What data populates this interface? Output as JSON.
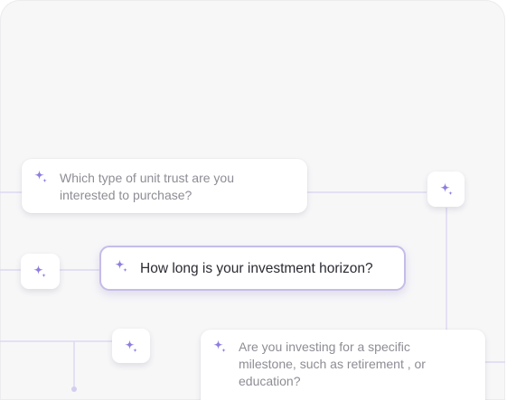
{
  "colors": {
    "accent": "#8f7de0",
    "connector": "#ded9f2",
    "background": "#f7f7f8",
    "card": "#ffffff",
    "muted_text": "#8d8d95",
    "strong_text": "#2b2b33"
  },
  "icons": {
    "sparkle": "sparkle-icon"
  },
  "questions": [
    {
      "line1": "Which type of unit trust are you",
      "line2": "interested to purchase?"
    },
    {
      "line1": "How long is your investment horizon?"
    },
    {
      "line1": "Are you investing for a specific",
      "line2": "milestone, such as retirement , or",
      "line3": "education?"
    }
  ]
}
